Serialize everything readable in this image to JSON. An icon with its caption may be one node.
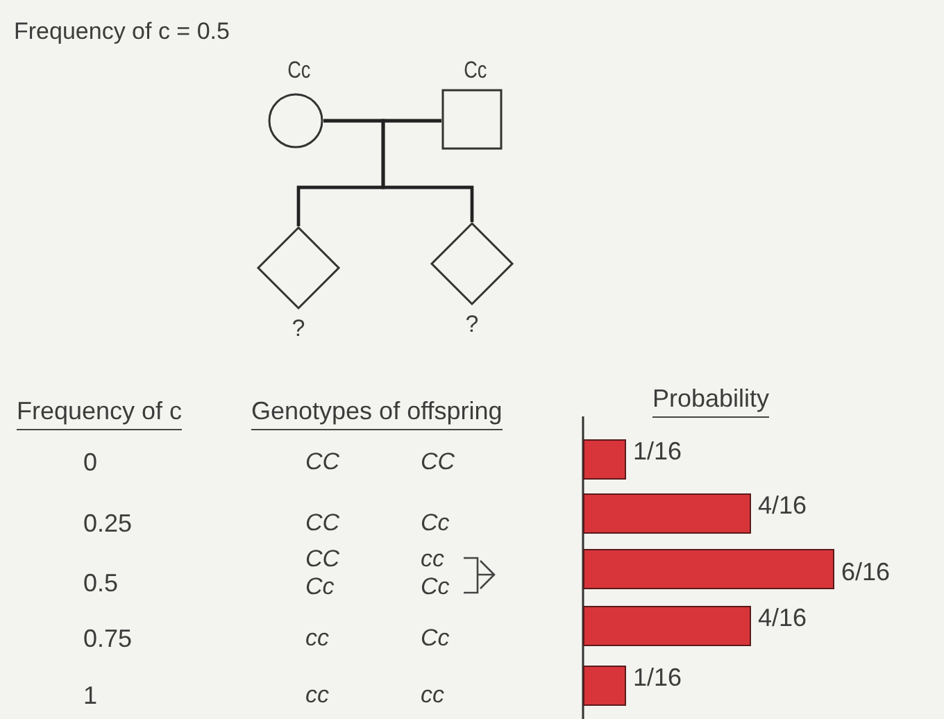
{
  "diagram": {
    "title": "Frequency of c = 0.5",
    "nodes": [
      {
        "text": [
          "Cc"
        ]
      },
      {
        "text": [
          "Cc"
        ]
      },
      {
        "text": [
          "?"
        ]
      },
      {
        "text": [
          "?"
        ]
      }
    ],
    "edges": [
      {
        "from": 0,
        "to": 1,
        "arrow": "none"
      },
      {
        "from": 0,
        "to": 2,
        "arrow": "none"
      },
      {
        "from": 1,
        "to": 2,
        "arrow": "none"
      },
      {
        "from": 0,
        "to": 3,
        "arrow": "none"
      },
      {
        "from": 1,
        "to": 3,
        "arrow": "none"
      }
    ],
    "labels": [
      "Frequency of c",
      "Genotypes of offspring",
      "0",
      "CC",
      "CC",
      "0.25",
      "CC",
      "Cc",
      "0.5",
      "CC",
      "cc",
      "Cc",
      "Cc",
      "0.75",
      "cc",
      "Cc",
      "1",
      "cc",
      "cc"
    ],
    "chart_data": {
      "type": "bar",
      "orientation": "horizontal",
      "title": "Probability",
      "series": [
        {
          "color": "#d8353b",
          "values": [
            0.0625,
            0.25,
            0.375,
            0.25,
            0.0625
          ],
          "value_labels": [
            "1/16",
            "4/16",
            "6/16",
            "4/16",
            "1/16"
          ]
        }
      ]
    }
  }
}
